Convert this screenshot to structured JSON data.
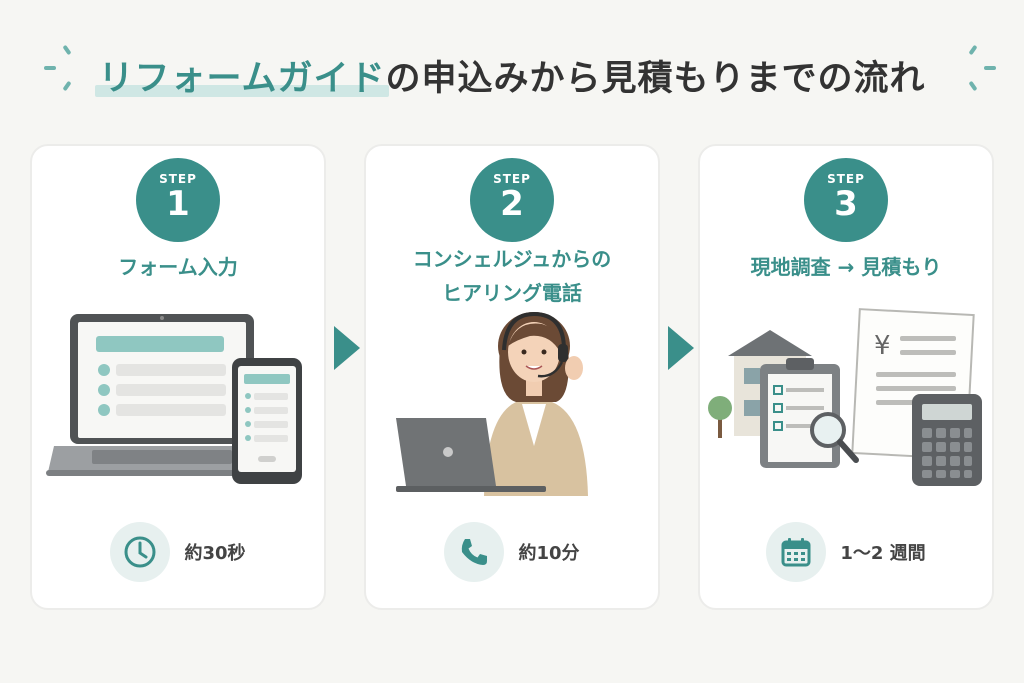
{
  "title": {
    "highlight": "リフォームガイド",
    "rest": "の申込みから見積もりまでの流れ"
  },
  "steps": [
    {
      "badge_label": "STEP",
      "number": "1",
      "title_lines": [
        "フォーム入力"
      ],
      "duration": "約30秒",
      "duration_icon": "clock-icon"
    },
    {
      "badge_label": "STEP",
      "number": "2",
      "title_lines": [
        "コンシェルジュからの",
        "ヒアリング電話"
      ],
      "duration": "約10分",
      "duration_icon": "phone-icon"
    },
    {
      "badge_label": "STEP",
      "number": "3",
      "title_lines": [
        "現地調査 → 見積もり"
      ],
      "duration": "1～2 週間",
      "duration_icon": "calendar-icon"
    }
  ],
  "colors": {
    "accent": "#3a8f8a",
    "accent_light": "#cfe7e4",
    "background": "#f6f6f3"
  }
}
